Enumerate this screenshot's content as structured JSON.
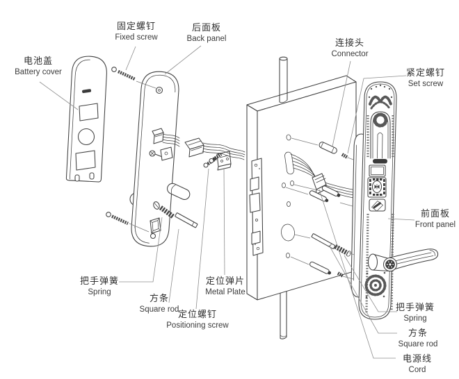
{
  "diagram": {
    "type": "exploded-parts-diagram",
    "subject": "electronic door lock assembly"
  },
  "labels": {
    "battery_cover": {
      "zh": "电池盖",
      "en": "Battery cover"
    },
    "fixed_screw": {
      "zh": "固定螺钉",
      "en": "Fixed screw"
    },
    "back_panel": {
      "zh": "后面板",
      "en": "Back panel"
    },
    "connector": {
      "zh": "连接头",
      "en": "Connector"
    },
    "set_screw": {
      "zh": "紧定螺钉",
      "en": "Set screw"
    },
    "front_panel": {
      "zh": "前面板",
      "en": "Front panel"
    },
    "spring_left": {
      "zh": "把手弹簧",
      "en": "Spring"
    },
    "square_rod_left": {
      "zh": "方条",
      "en": "Square rod"
    },
    "metal_plate": {
      "zh": "定位弹片",
      "en": "Metal Plate"
    },
    "positioning_screw": {
      "zh": "定位螺钉",
      "en": "Positioning screw"
    },
    "spring_right": {
      "zh": "把手弹簧",
      "en": "Spring"
    },
    "square_rod_right": {
      "zh": "方条",
      "en": "Square rod"
    },
    "cord": {
      "zh": "电源线",
      "en": "Cord"
    }
  },
  "colors": {
    "background": "#ffffff",
    "line_art": "#3f3f3f",
    "leader_line": "#8c8c8c",
    "text": "#2f2f2f",
    "dark_fill": "#3a3a3a"
  }
}
